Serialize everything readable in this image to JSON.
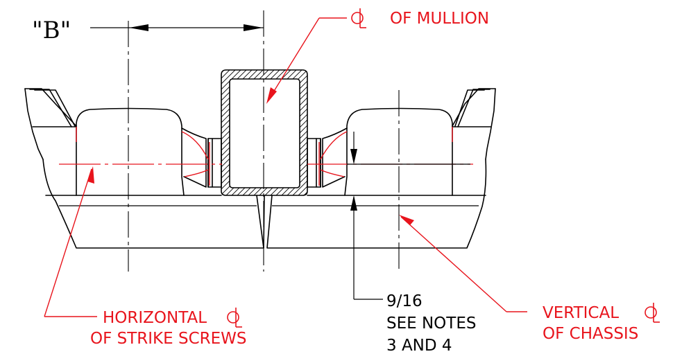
{
  "labels": {
    "dim_b": "\"B\"",
    "cl_mullion": "OF MULLION",
    "horizontal_line1": "HORIZONTAL",
    "horizontal_line2": "OF STRIKE SCREWS",
    "vertical_line1": "VERTICAL",
    "vertical_line2": "OF CHASSIS",
    "note_line1": "9/16",
    "note_line2": "SEE NOTES",
    "note_line3": "3 AND 4"
  },
  "colors": {
    "line": "#000000",
    "annotation": "#e8141c",
    "background": "#ffffff"
  },
  "icons": {
    "centerline_symbol": "centerline-symbol-icon"
  }
}
